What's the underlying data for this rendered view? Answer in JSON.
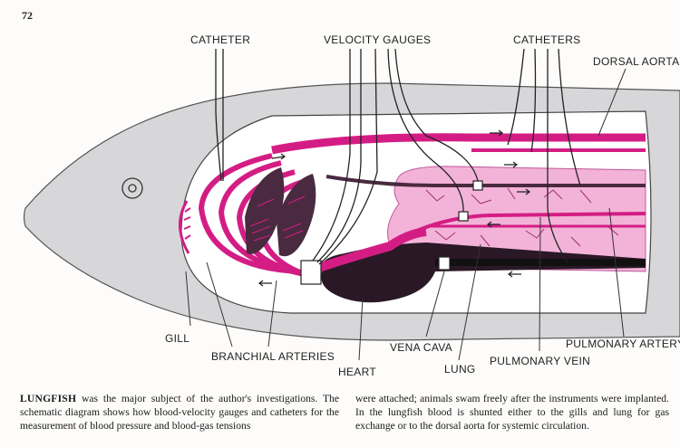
{
  "page": {
    "number": "72"
  },
  "labels": {
    "catheter": "CATHETER",
    "velocity_gauges": "VELOCITY GAUGES",
    "catheters": "CATHETERS",
    "dorsal_aorta": "DORSAL AORTA",
    "gill": "GILL",
    "branchial_arteries": "BRANCHIAL ARTERIES",
    "heart": "HEART",
    "vena_cava": "VENA CAVA",
    "lung": "LUNG",
    "pulmonary_vein": "PULMONARY VEIN",
    "pulmonary_artery": "PULMONARY ARTERY"
  },
  "caption": {
    "lead": "LUNGFISH",
    "left": " was the major subject of the author's investigations. The schematic diagram shows how blood-velocity gauges and catheters for the measurement of blood pressure and blood-gas tensions",
    "right": "were attached; animals swam freely after the instruments were implanted. In the lungfish blood is shunted either to the gills and lung for gas exchange or to the dorsal aorta for systemic circulation."
  },
  "colors": {
    "body_fill": "#d7d7d9",
    "cavity_fill": "#ffffff",
    "vessel_magenta": "#d41d84",
    "lung_pink": "#f3b3d8",
    "heart_dark": "#2a1826",
    "gill_filament": "#4a2a40",
    "line": "#222222"
  }
}
